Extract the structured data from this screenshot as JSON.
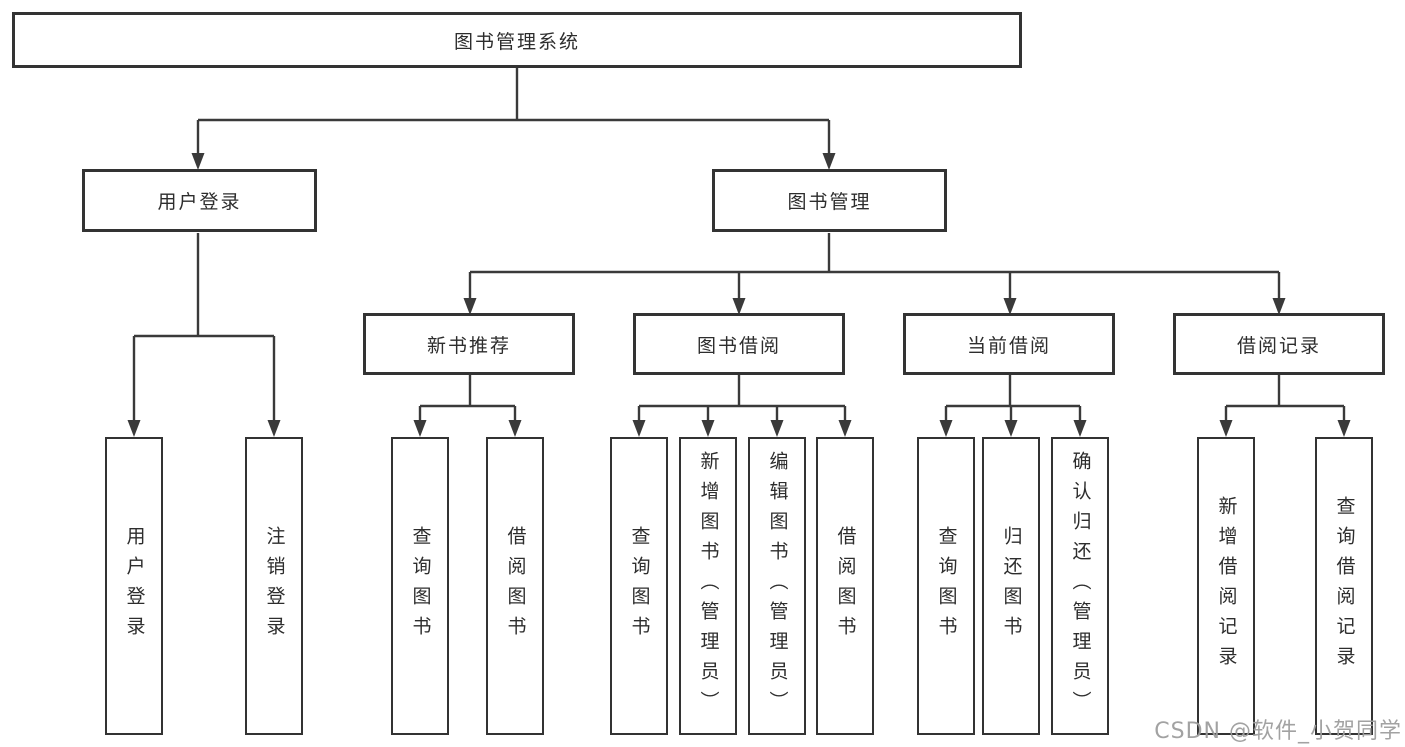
{
  "diagram": {
    "root": {
      "label": "图书管理系统"
    },
    "level2": [
      {
        "label": "用户登录"
      },
      {
        "label": "图书管理"
      }
    ],
    "level3": [
      {
        "label": "新书推荐"
      },
      {
        "label": "图书借阅"
      },
      {
        "label": "当前借阅"
      },
      {
        "label": "借阅记录"
      }
    ],
    "leaves": [
      {
        "label": "用户登录"
      },
      {
        "label": "注销登录"
      },
      {
        "label": "查询图书"
      },
      {
        "label": "借阅图书"
      },
      {
        "label": "查询图书"
      },
      {
        "label": "新增图书（管理员）"
      },
      {
        "label": "编辑图书（管理员）"
      },
      {
        "label": "借阅图书"
      },
      {
        "label": "查询图书"
      },
      {
        "label": "归还图书"
      },
      {
        "label": "确认归还（管理员）"
      },
      {
        "label": "新增借阅记录"
      },
      {
        "label": "查询借阅记录"
      }
    ]
  },
  "watermark": {
    "text": "CSDN @软件_小贺同学"
  },
  "colors": {
    "line": "#3a3a3a",
    "border": "#333333",
    "fill": "#ffffff",
    "text": "#2d2d2d",
    "watermark": "#9e9e9e",
    "background": "#ffffff"
  }
}
